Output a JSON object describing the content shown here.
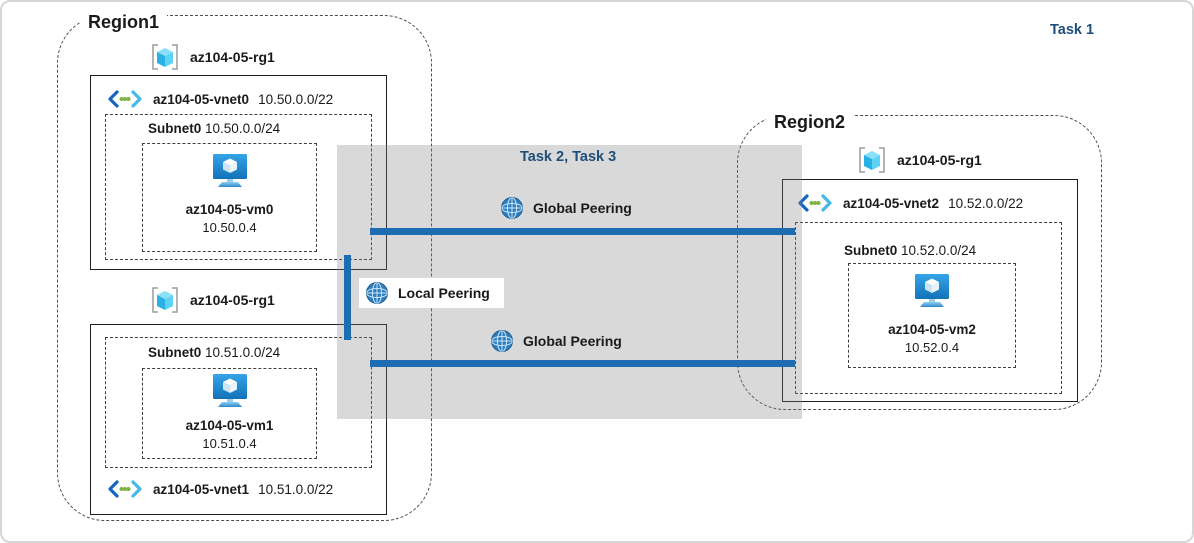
{
  "tasks": {
    "task1": "Task 1",
    "task23": "Task 2, Task 3"
  },
  "region1": {
    "label": "Region1",
    "rg_top": {
      "name": "az104-05-rg1",
      "vnet_name": "az104-05-vnet0",
      "vnet_cidr": "10.50.0.0/22",
      "subnet_name": "Subnet0",
      "subnet_cidr": "10.50.0.0/24",
      "vm_name": "az104-05-vm0",
      "vm_ip": "10.50.0.4"
    },
    "rg_bottom": {
      "name": "az104-05-rg1",
      "subnet_name": "Subnet0",
      "subnet_cidr": "10.51.0.0/24",
      "vm_name": "az104-05-vm1",
      "vm_ip": "10.51.0.4",
      "vnet_name": "az104-05-vnet1",
      "vnet_cidr": "10.51.0.0/22"
    }
  },
  "region2": {
    "label": "Region2",
    "rg": {
      "name": "az104-05-rg1",
      "vnet_name": "az104-05-vnet2",
      "vnet_cidr": "10.52.0.0/22",
      "subnet_name": "Subnet0",
      "subnet_cidr": "10.52.0.0/24",
      "vm_name": "az104-05-vm2",
      "vm_ip": "10.52.0.4"
    }
  },
  "peerings": {
    "global_top": "Global Peering",
    "local": "Local Peering",
    "global_bottom": "Global Peering"
  },
  "colors": {
    "line_blue": "#1e6cb2",
    "task_text_blue": "#1f4e79",
    "overlay_gray": "#d6d6d6",
    "vm_icon_blue": "#1272b8",
    "rg_icon_cyan": "#29b1e6"
  }
}
